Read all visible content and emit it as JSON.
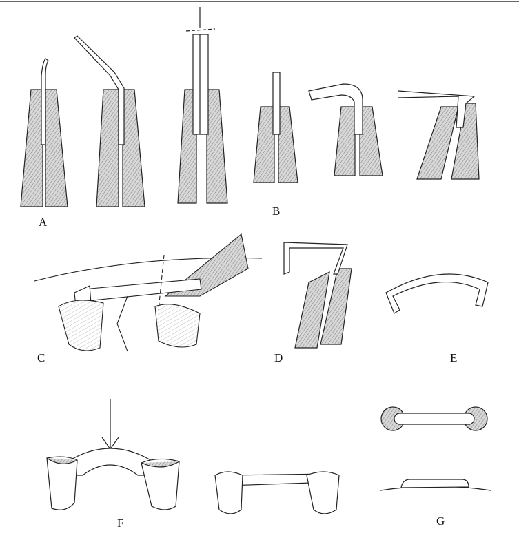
{
  "panels": {
    "a": {
      "label": "A"
    },
    "b": {
      "label": "B"
    },
    "c": {
      "label": "C"
    },
    "d": {
      "label": "D"
    },
    "e": {
      "label": "E"
    },
    "f": {
      "label": "F"
    },
    "g": {
      "label": "G"
    }
  },
  "colors": {
    "ink": "#222222",
    "shade": "#9a9a9a",
    "border": "#333333"
  }
}
